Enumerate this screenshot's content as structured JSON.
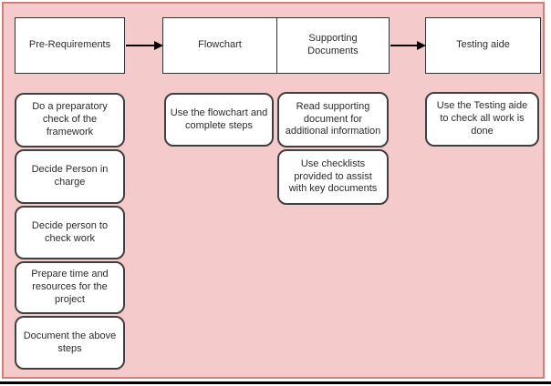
{
  "diagram": {
    "colors": {
      "canvas_fill": "#f5caca",
      "canvas_border": "#d1807a",
      "box_fill": "#ffffff",
      "box_border": "#333333",
      "arrow": "#000000",
      "text": "#2b2b2b"
    },
    "stages": [
      {
        "label": "Pre-Requirements",
        "tasks": [
          "Do a preparatory\ncheck of the\nframework",
          "Decide Person in\ncharge",
          "Decide person to\ncheck work",
          "Prepare time and\nresources for the\nproject",
          "Document the above\nsteps"
        ]
      },
      {
        "label": "Flowchart",
        "tasks": [
          "Use the flowchart and\ncomplete steps"
        ]
      },
      {
        "label": "Supporting\nDocuments",
        "tasks": [
          "Read supporting\ndocument for\nadditional information",
          "Use checklists\nprovided to assist\nwith key documents"
        ]
      },
      {
        "label": "Testing aide",
        "tasks": [
          "Use the Testing aide\nto check all work is\ndone"
        ]
      }
    ]
  }
}
